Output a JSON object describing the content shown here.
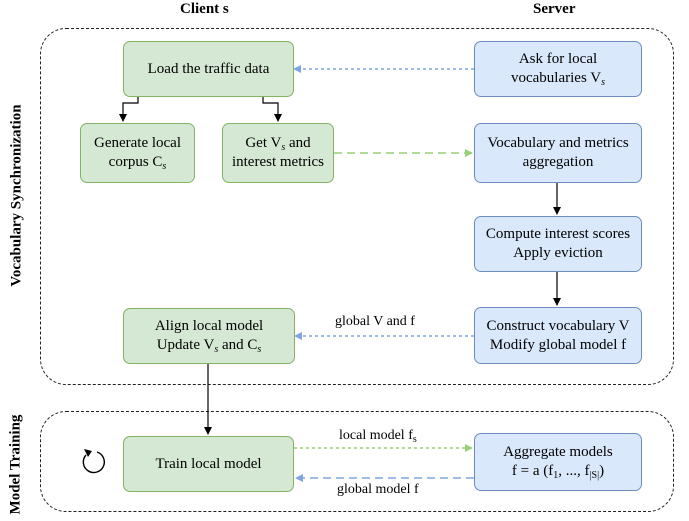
{
  "headers": {
    "client": "Client s",
    "server": "Server"
  },
  "sections": {
    "vocab_sync": "Vocabulary Synchronization",
    "model_training": "Model Training"
  },
  "boxes": {
    "load_traffic": "Load the traffic data",
    "ask_vocab_l1": "Ask for local",
    "ask_vocab_l2": "vocabularies V",
    "ask_vocab_sub": "s",
    "gen_corpus_l1": "Generate local",
    "gen_corpus_l2": "corpus C",
    "gen_corpus_sub": "s",
    "get_vs_l1a": "Get V",
    "get_vs_sub": "s",
    "get_vs_l1b": " and",
    "get_vs_l2": "interest metrics",
    "aggregation_l1": "Vocabulary and metrics",
    "aggregation_l2": "aggregation",
    "compute_l1": "Compute interest scores",
    "compute_l2": "Apply eviction",
    "construct_l1": "Construct vocabulary V",
    "construct_l2": "Modify global model f",
    "align_l1": "Align local model",
    "align_l2a": "Update V",
    "align_sub1": "s",
    "align_l2b": " and C",
    "align_sub2": "s",
    "train_local": "Train local model",
    "aggregate_l1": "Aggregate models",
    "aggregate_l2a": "f = a (f",
    "aggregate_sub1": "1",
    "aggregate_l2b": ", ..., f",
    "aggregate_sub2": "|S|",
    "aggregate_l2c": ")"
  },
  "edge_labels": {
    "global_vf": "global V and  f",
    "local_model_a": "local model f",
    "local_model_sub": "s",
    "global_model": "global model f"
  },
  "icons": {
    "loop": "refresh-cycle-icon"
  },
  "colors": {
    "green_fill": "#d5e8d4",
    "green_border": "#82b366",
    "blue_fill": "#dae8fc",
    "blue_border": "#6c8ebf",
    "blue_arrow": "#7ea6e0",
    "green_arrow": "#97d077"
  }
}
